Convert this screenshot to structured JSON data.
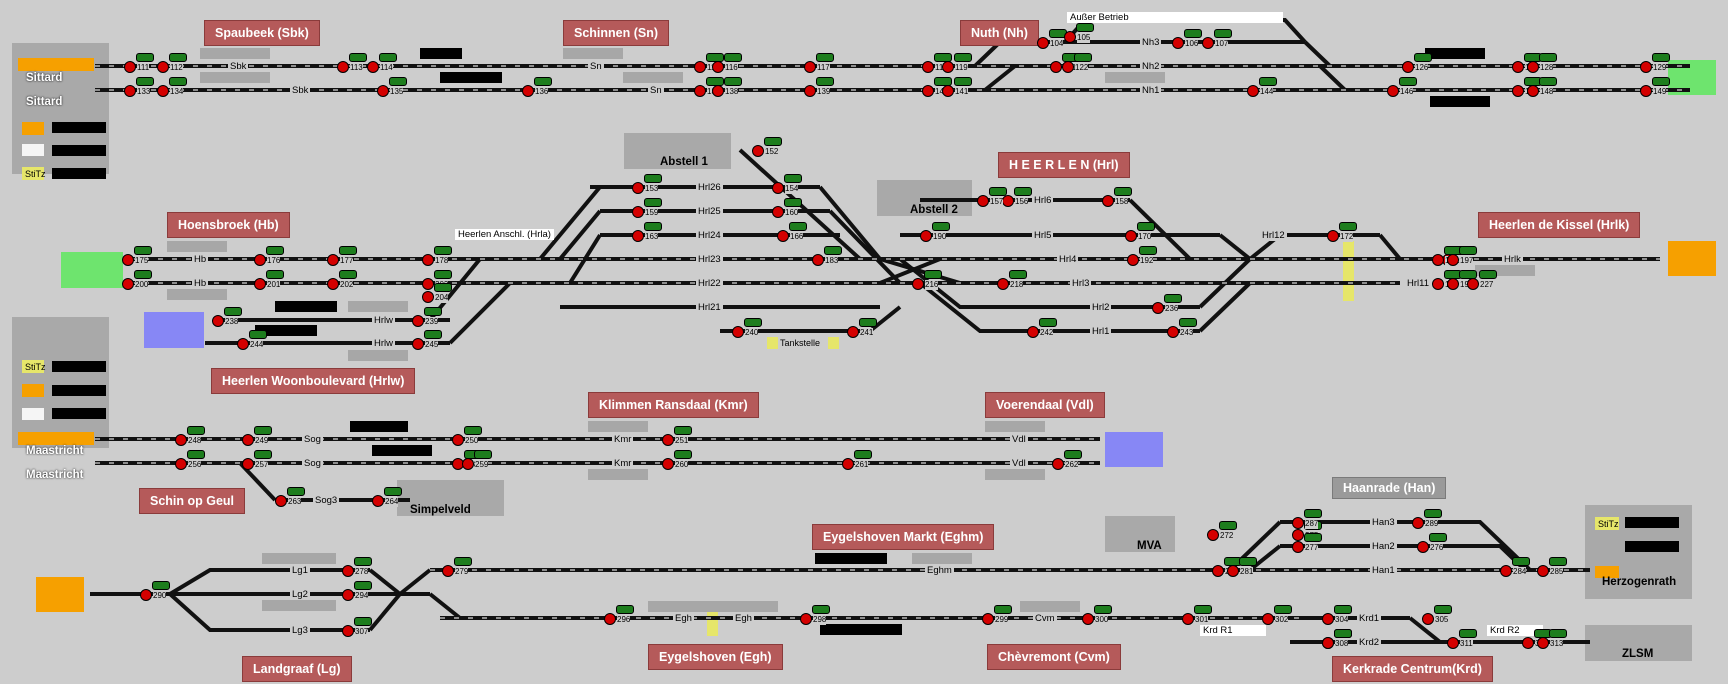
{
  "colors": {
    "background": "#cdcdcd",
    "station_label_bg": "#b55a5a",
    "track": "#111111",
    "signal_red": "#d40000",
    "signal_green": "#1d7d1d",
    "panel_gray": "#a9a9a9",
    "exit_orange": "#f6a000",
    "exit_green": "#6ee46e",
    "exit_blue": "#8787f5",
    "marker_yellow": "#e6e66a"
  },
  "stations": {
    "spaubeek": "Spaubeek (Sbk)",
    "schinnen": "Schinnen (Sn)",
    "nuth": "Nuth (Nh)",
    "heerlen": "H E E R L E N (Hrl)",
    "hoensbroek": "Hoensbroek (Hb)",
    "heerlen_kissel": "Heerlen de Kissel (Hrlk)",
    "woonboulevard": "Heerlen Woonboulevard (Hrlw)",
    "klimmen": "Klimmen Ransdaal (Kmr)",
    "voerendaal": "Voerendaal (Vdl)",
    "schin_op_geul": "Schin op Geul",
    "haanrade": "Haanrade (Han)",
    "eygelshoven_markt": "Eygelshoven Markt (Eghm)",
    "landgraaf": "Landgraaf (Lg)",
    "eygelshoven": "Eygelshoven (Egh)",
    "chevremont": "Chèvremont (Cvm)",
    "kerkrade": "Kerkrade Centrum(Krd)"
  },
  "areas": {
    "sittard_top": "Sittard",
    "sittard_bottom": "Sittard",
    "maastricht_top": "Maastricht",
    "maastricht_bottom": "Maastricht",
    "stitz_a": "StiTz",
    "stitz_b": "StiTz",
    "stitz_c": "StiTz",
    "abstell_1": "Abstell 1",
    "abstell_2": "Abstell 2",
    "simpelveld": "Simpelveld",
    "mva": "MVA",
    "herzogenrath": "Herzogenrath",
    "zlsm": "ZLSM",
    "tankstelle": "Tankstelle",
    "ausser_betrieb": "Außer Betrieb",
    "heerlen_anschl": "Heerlen Anschl. (Hrla)",
    "krd_r1": "Krd R1",
    "krd_r2": "Krd R2"
  },
  "tracks": {
    "sbk1": "Sbk",
    "sbk2": "Sbk",
    "sn1": "Sn",
    "sn2": "Sn",
    "nh3": "Nh3",
    "nh2": "Nh2",
    "nh1": "Nh1",
    "hb1": "Hb",
    "hb2": "Hb",
    "hrlw1": "Hrlw",
    "hrlw2": "Hrlw",
    "hrl26": "Hrl26",
    "hrl25": "Hrl25",
    "hrl24": "Hrl24",
    "hrl23": "Hrl23",
    "hrl22": "Hrl22",
    "hrl21": "Hrl21",
    "hrl6": "Hrl6",
    "hrl5": "Hrl5",
    "hrl4": "Hrl4",
    "hrl3": "Hrl3",
    "hrl2": "Hrl2",
    "hrl1": "Hrl1",
    "hrl12": "Hrl12",
    "hrl11": "Hrl11",
    "hrlk": "Hrlk",
    "sog1": "Sog",
    "sog2": "Sog",
    "sog3": "Sog3",
    "kmr1": "Kmr",
    "kmr2": "Kmr",
    "vdl1": "Vdl",
    "vdl2": "Vdl",
    "lg1": "Lg1",
    "lg2": "Lg2",
    "lg3": "Lg3",
    "eghm": "Eghm",
    "egh1": "Egh",
    "egh2": "Egh",
    "cvm": "Cvm",
    "han3": "Han3",
    "han2": "Han2",
    "han1": "Han1",
    "krd1": "Krd1",
    "krd2": "Krd2"
  },
  "signals": {
    "s111": "111",
    "s112": "112",
    "s113": "113",
    "s114": "114",
    "s115": "115",
    "s116": "116",
    "s117": "117",
    "s118": "118",
    "s119": "119",
    "s121": "121",
    "s122": "122",
    "s126": "126",
    "s127": "127",
    "s128": "128",
    "s129": "129",
    "s133": "133",
    "s134": "134",
    "s135": "135",
    "s136": "136",
    "s137": "137",
    "s138": "138",
    "s139": "139",
    "s140": "140",
    "s141": "141",
    "s144": "144",
    "s146": "146",
    "s147": "147",
    "s148": "148",
    "s149": "149",
    "s104": "104",
    "s105": "105",
    "s106": "106",
    "s107": "107",
    "s152": "152",
    "s153": "153",
    "s154": "154",
    "s156": "156",
    "s157": "157",
    "s158": "158",
    "s159": "159",
    "s160": "160",
    "s163": "163",
    "s166": "166",
    "s170": "170",
    "s172": "172",
    "s175": "175",
    "s176": "176",
    "s177": "177",
    "s178": "178",
    "s183": "183",
    "s190": "190",
    "s192": "192",
    "s195": "195",
    "s196": "196",
    "s197": "197",
    "s198": "198",
    "s199": "199",
    "s200": "200",
    "s201": "201",
    "s202": "202",
    "s203": "203",
    "s204": "204",
    "s216": "216",
    "s218": "218",
    "s227": "227",
    "s236": "236",
    "s238": "238",
    "s239": "239",
    "s240": "240",
    "s241": "241",
    "s242": "242",
    "s243": "243",
    "s244": "244",
    "s245": "245",
    "s248": "248",
    "s249": "249",
    "s250": "250",
    "s251": "251",
    "s256": "256",
    "s257": "257",
    "s258": "258",
    "s259": "259",
    "s260": "260",
    "s261": "261",
    "s262": "262",
    "s263": "263",
    "s264": "264",
    "s272": "272",
    "s275": "275",
    "s276": "276",
    "s277": "277",
    "s278": "278",
    "s279": "279",
    "s280": "280",
    "s281": "281",
    "s284": "284",
    "s285": "285",
    "s287": "287",
    "s289": "289",
    "s290": "290",
    "s294": "294",
    "s296": "296",
    "s298": "298",
    "s299": "299",
    "s300": "300",
    "s301": "301",
    "s302": "302",
    "s304": "304",
    "s305": "305",
    "s306": "306",
    "s307": "307",
    "s308": "308",
    "s311": "311",
    "s312": "312",
    "s313": "313"
  }
}
